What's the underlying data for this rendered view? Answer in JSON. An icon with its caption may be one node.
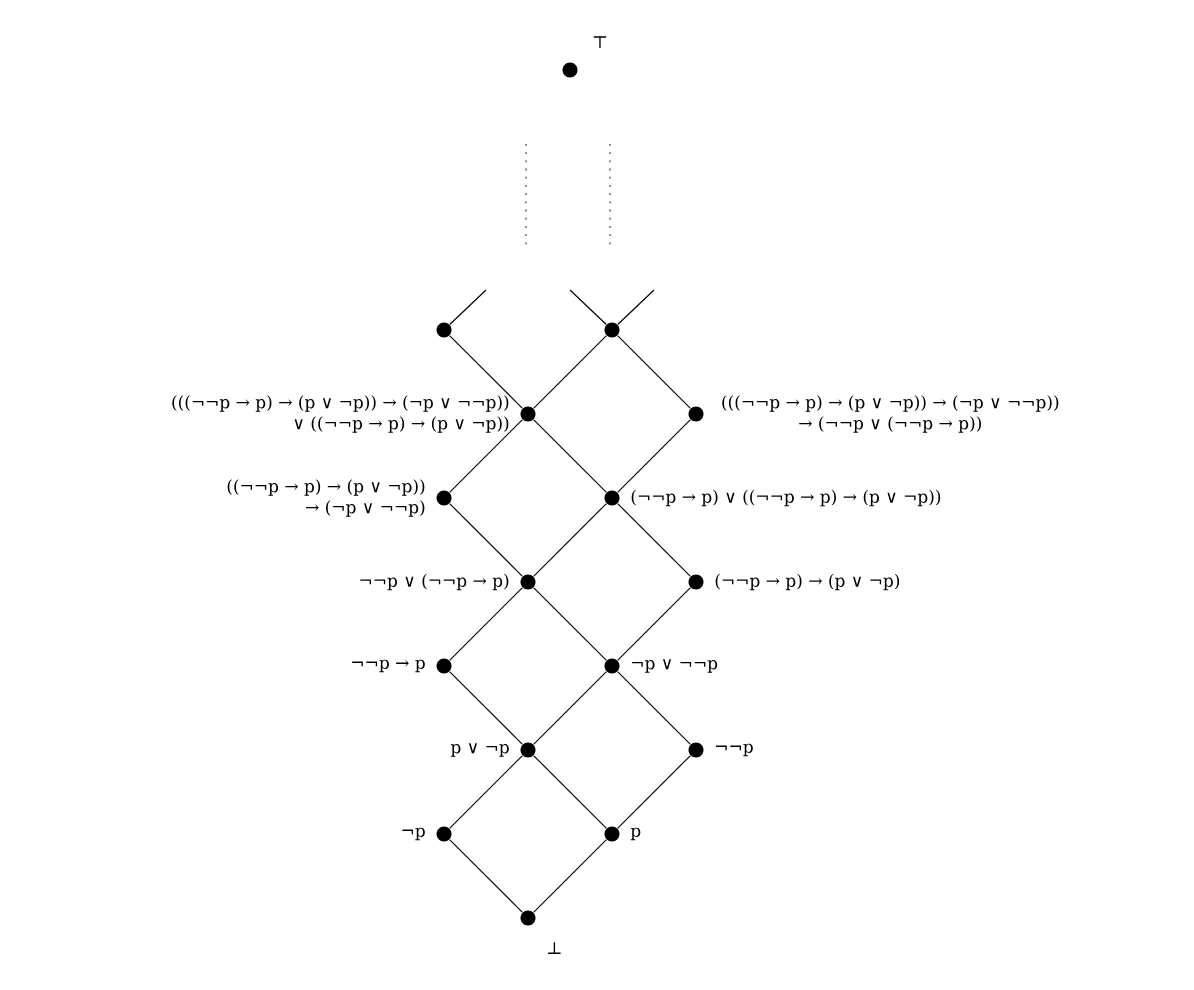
{
  "diagram": {
    "nodes": [
      {
        "text": [],
        "shape": "circle",
        "beside": [
          "⊥"
        ]
      },
      {
        "text": [],
        "shape": "circle",
        "beside": [
          "¬p"
        ]
      },
      {
        "text": [],
        "shape": "circle",
        "beside": [
          "p"
        ]
      },
      {
        "text": [],
        "shape": "circle",
        "beside": [
          "p ∨ ¬p"
        ]
      },
      {
        "text": [],
        "shape": "circle",
        "beside": [
          "¬¬p"
        ]
      },
      {
        "text": [],
        "shape": "circle",
        "beside": [
          "¬¬p → p"
        ]
      },
      {
        "text": [],
        "shape": "circle",
        "beside": [
          "¬p ∨ ¬¬p"
        ]
      },
      {
        "text": [],
        "shape": "circle",
        "beside": [
          "¬¬p ∨ (¬¬p → p)"
        ]
      },
      {
        "text": [],
        "shape": "circle",
        "beside": [
          "(¬¬p → p) → (p ∨ ¬p)"
        ]
      },
      {
        "text": [],
        "shape": "circle",
        "beside": [
          "((¬¬p → p) → (p ∨ ¬p)) → (¬p ∨ ¬¬p)"
        ]
      },
      {
        "text": [],
        "shape": "circle",
        "beside": [
          "(¬¬p → p) ∨ ((¬¬p → p) → (p ∨ ¬p))"
        ]
      },
      {
        "text": [],
        "shape": "circle",
        "beside": [
          "(((¬¬p → p) → (p ∨ ¬p)) → (¬p ∨ ¬¬p)) ∨ ((¬¬p → p) → (p ∨ ¬p))"
        ]
      },
      {
        "text": [],
        "shape": "circle",
        "beside": [
          "(((¬¬p → p) → (p ∨ ¬p)) → (¬p ∨ ¬¬p)) → (¬¬p ∨ (¬¬p → p))"
        ]
      },
      {
        "text": [],
        "shape": "circle"
      },
      {
        "text": [],
        "shape": "circle"
      },
      {
        "text": [],
        "shape": "circle",
        "beside": [
          "⊤"
        ]
      }
    ],
    "edges": [
      {
        "from": 0,
        "to": 1,
        "arrow": "none"
      },
      {
        "from": 0,
        "to": 2,
        "arrow": "none"
      },
      {
        "from": 1,
        "to": 3,
        "arrow": "none"
      },
      {
        "from": 2,
        "to": 3,
        "arrow": "none"
      },
      {
        "from": 2,
        "to": 4,
        "arrow": "none"
      },
      {
        "from": 3,
        "to": 5,
        "arrow": "none"
      },
      {
        "from": 3,
        "to": 6,
        "arrow": "none"
      },
      {
        "from": 4,
        "to": 6,
        "arrow": "none"
      },
      {
        "from": 5,
        "to": 7,
        "arrow": "none"
      },
      {
        "from": 6,
        "to": 7,
        "arrow": "none"
      },
      {
        "from": 6,
        "to": 8,
        "arrow": "none"
      },
      {
        "from": 7,
        "to": 9,
        "arrow": "none"
      },
      {
        "from": 7,
        "to": 10,
        "arrow": "none"
      },
      {
        "from": 8,
        "to": 10,
        "arrow": "none"
      },
      {
        "from": 9,
        "to": 11,
        "arrow": "none"
      },
      {
        "from": 10,
        "to": 11,
        "arrow": "none"
      },
      {
        "from": 10,
        "to": 12,
        "arrow": "none"
      },
      {
        "from": 11,
        "to": 13,
        "arrow": "none"
      },
      {
        "from": 11,
        "to": 14,
        "arrow": "none"
      },
      {
        "from": 12,
        "to": 14,
        "arrow": "none"
      },
      {
        "from": 13,
        "to": null,
        "arrow": "none"
      },
      {
        "from": 14,
        "to": null,
        "arrow": "none"
      },
      {
        "from": 14,
        "to": null,
        "arrow": "none"
      }
    ]
  }
}
